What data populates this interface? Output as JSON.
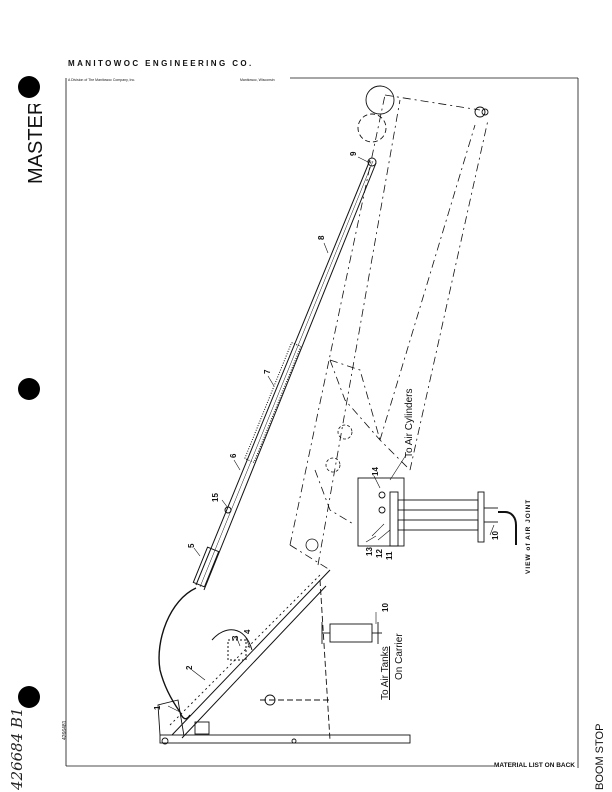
{
  "header": {
    "company": "MANITOWOC ENGINEERING CO.",
    "division": "A Division of The Manitowoc Company, Inc.",
    "location": "Manitowoc, Wisconsin"
  },
  "margin": {
    "master": "MASTER",
    "handwritten_number": "426684 B1",
    "drawing_number": "4266481"
  },
  "footer": {
    "material_list": "MATERIAL LIST ON BACK",
    "title": "BOOM STOP"
  },
  "labels": {
    "to_air_cylinders": "To Air Cylinders",
    "to_air_tanks": "To Air Tanks",
    "on_carrier": "On Carrier",
    "view_of_air_joint": "VIEW of AIR JOINT"
  },
  "part_numbers": [
    "1",
    "2",
    "3",
    "4",
    "5",
    "6",
    "7",
    "8",
    "9",
    "10",
    "10",
    "11",
    "12",
    "13",
    "14",
    "15"
  ]
}
